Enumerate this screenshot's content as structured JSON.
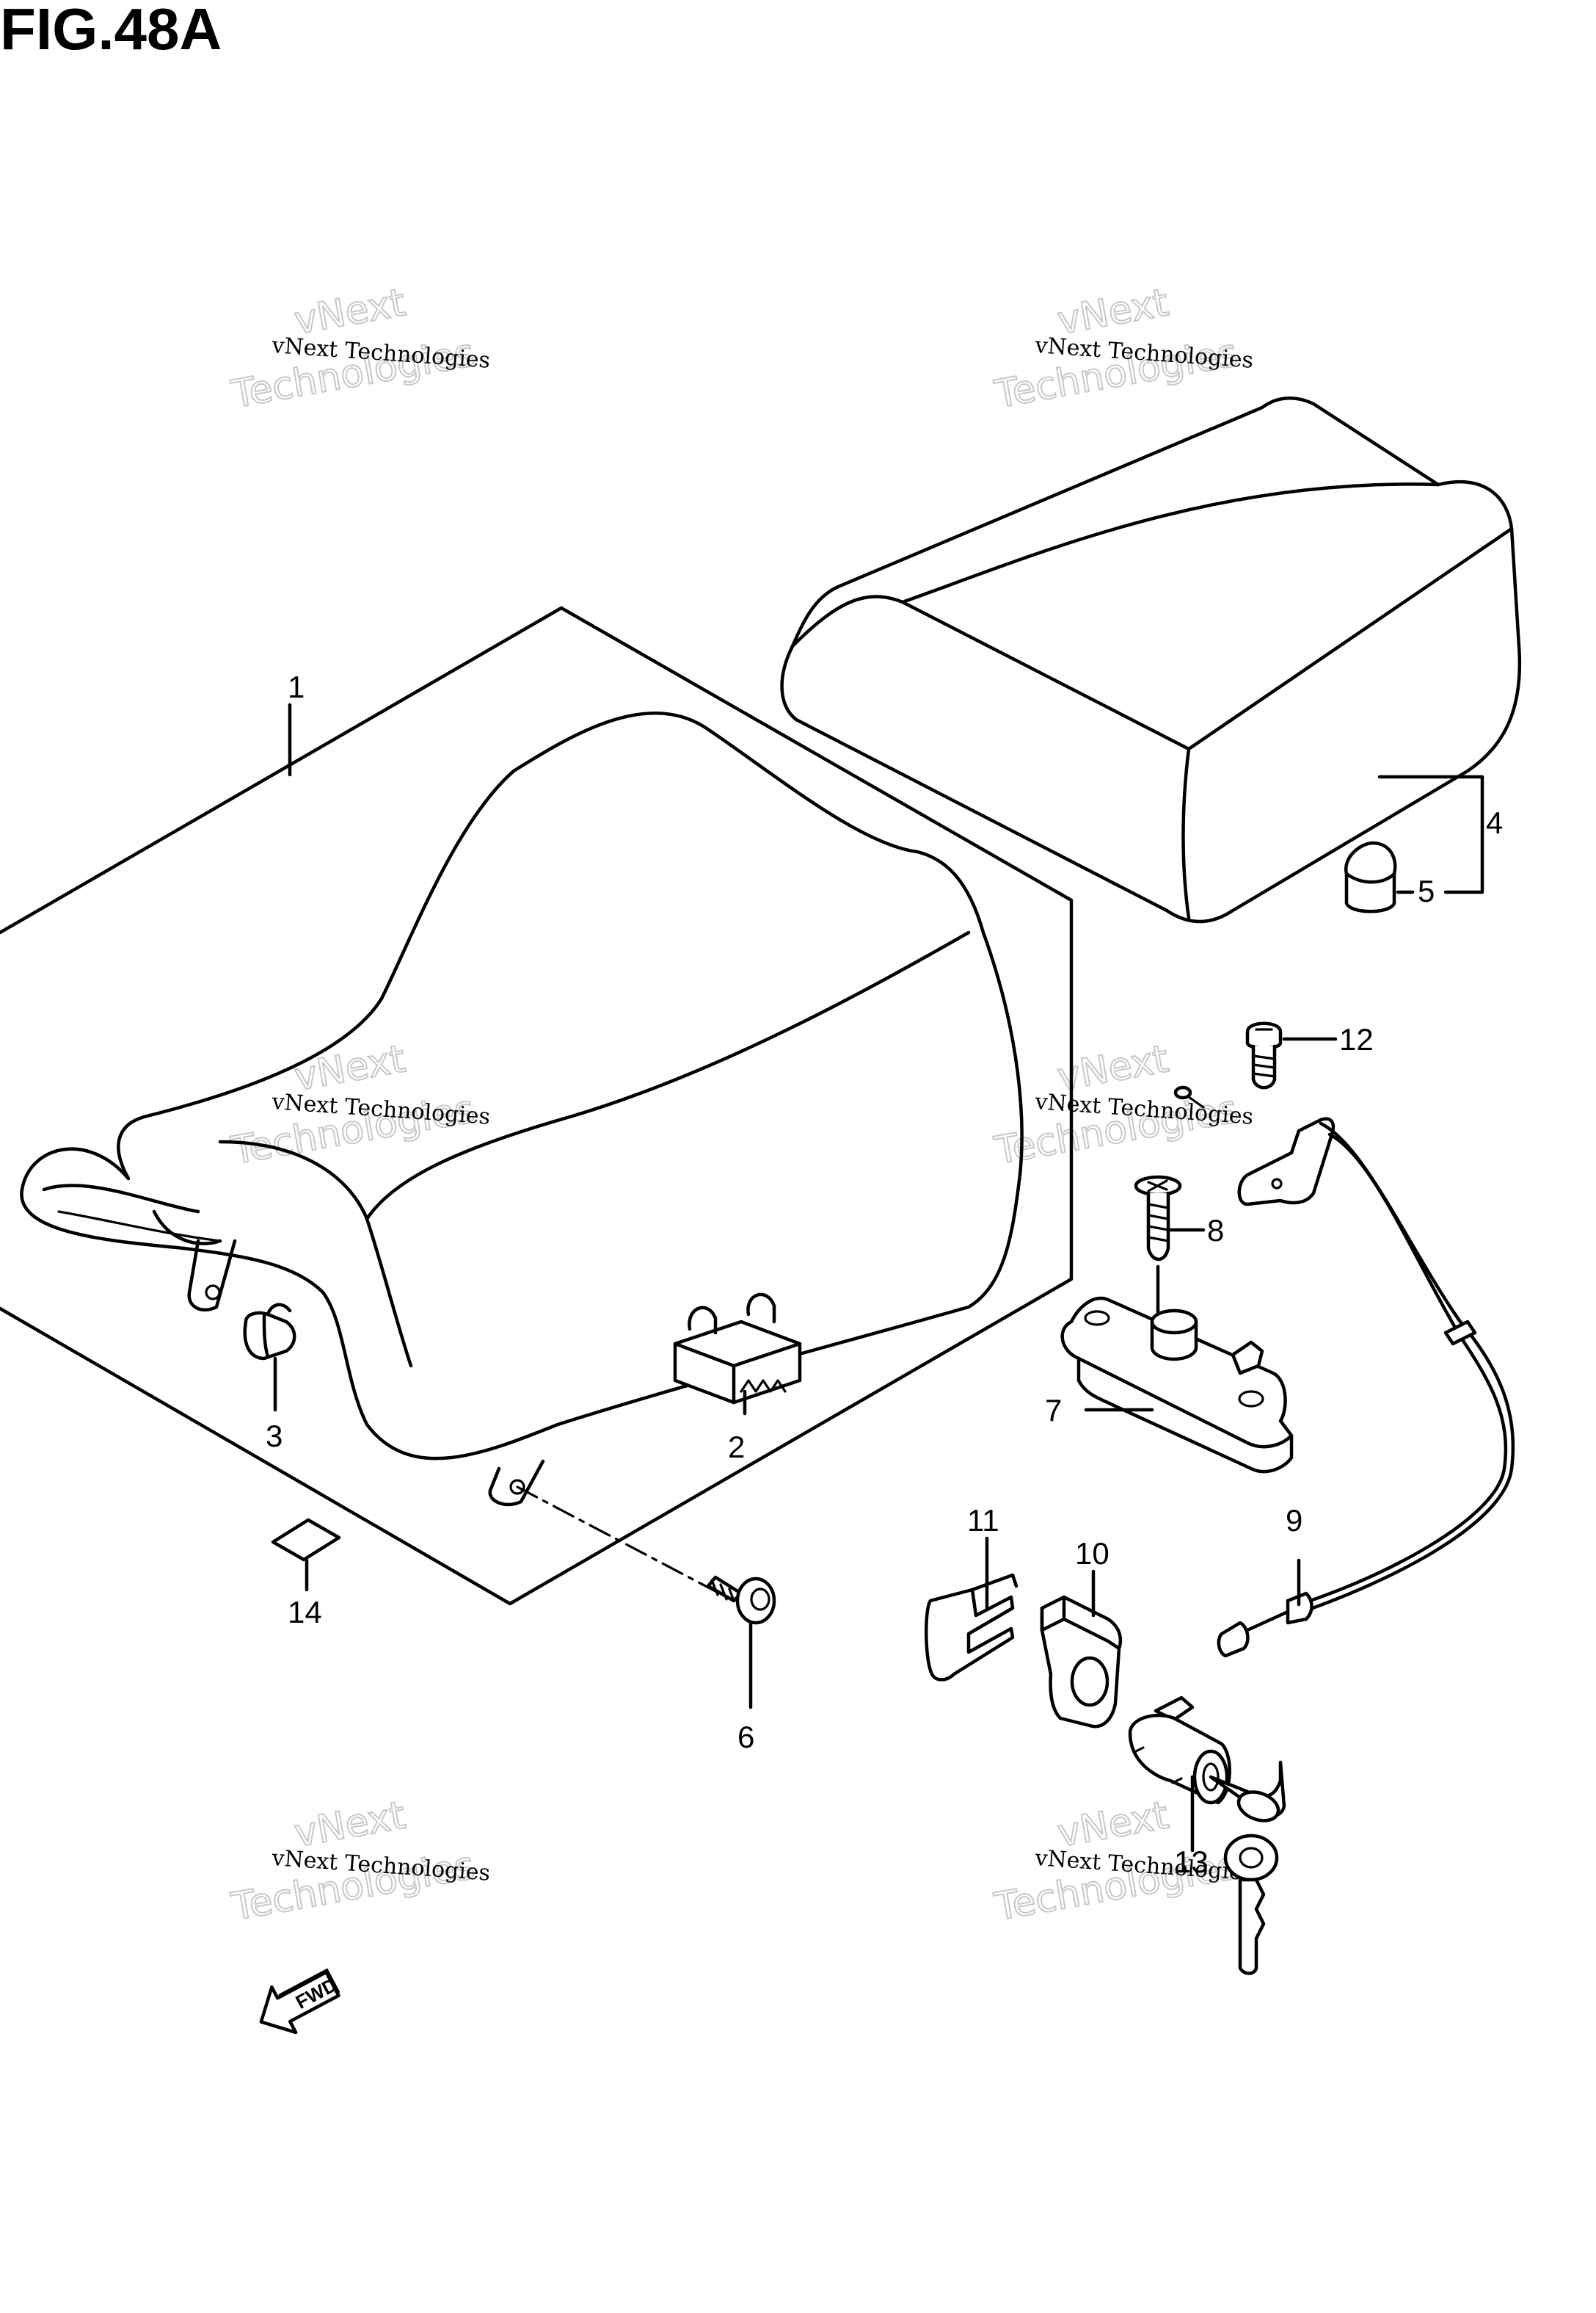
{
  "figure": {
    "title": "FIG.48A"
  },
  "watermark": {
    "line1": "vNext Technologies",
    "line2": "vNext",
    "line3": "Technologies"
  },
  "fwd_label": "FWD",
  "callouts": [
    "1",
    "2",
    "3",
    "4",
    "5",
    "6",
    "7",
    "8",
    "9",
    "10",
    "11",
    "12",
    "13",
    "14"
  ]
}
